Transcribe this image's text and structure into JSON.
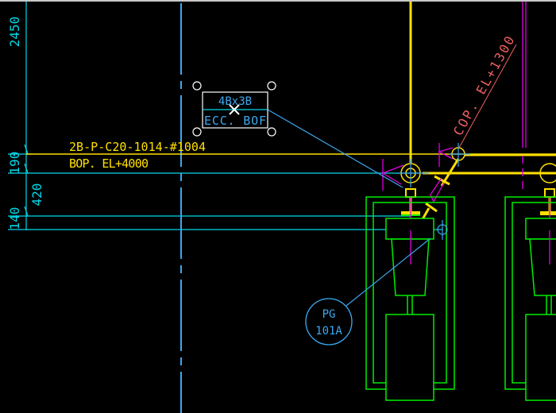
{
  "colors": {
    "background": "#000000",
    "cyan": "#00d8e8",
    "blue": "#3aa8f0",
    "yellow": "#ffe000",
    "magenta": "#e000e0",
    "green": "#00ee00",
    "red": "#f06060",
    "white": "#ffffff"
  },
  "dimensions": {
    "d1": "2450",
    "d2": "190",
    "d3": "420",
    "d4": "140"
  },
  "pipe_label": {
    "line_number": "2B-P-C20-1014-#1004",
    "elevation": "BOP. EL+4000"
  },
  "reducer_tag": {
    "size": "4Bx3B",
    "type": "ECC. BOF"
  },
  "cop_label": "COP. EL+1300",
  "instrument_bubble": {
    "type": "PG",
    "number": "101A"
  }
}
